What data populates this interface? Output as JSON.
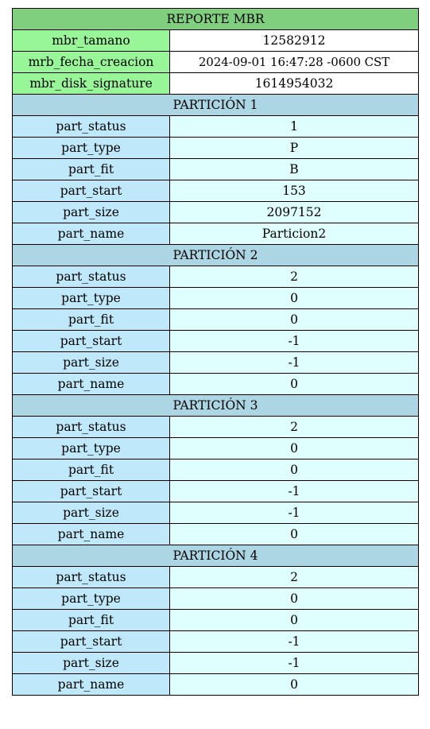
{
  "title": "REPORTE MBR",
  "colors": {
    "title_bg": "#7fcf7f",
    "mbr_key_bg": "#98f598",
    "mbr_val_bg": "#ffffff",
    "section_bg": "#acd6e4",
    "part_key_bg": "#bfe9fb",
    "part_val_bg": "#dffefe",
    "border": "#000000"
  },
  "mbr": [
    {
      "key": "mbr_tamano",
      "value": "12582912"
    },
    {
      "key": "mrb_fecha_creacion",
      "value": "2024-09-01 16:47:28 -0600 CST"
    },
    {
      "key": "mbr_disk_signature",
      "value": "1614954032"
    }
  ],
  "partitions": [
    {
      "header": "PARTICIÓN 1",
      "fields": [
        {
          "key": "part_status",
          "value": "1"
        },
        {
          "key": "part_type",
          "value": "P"
        },
        {
          "key": "part_fit",
          "value": "B"
        },
        {
          "key": "part_start",
          "value": "153"
        },
        {
          "key": "part_size",
          "value": "2097152"
        },
        {
          "key": "part_name",
          "value": "Particion2"
        }
      ]
    },
    {
      "header": "PARTICIÓN 2",
      "fields": [
        {
          "key": "part_status",
          "value": "2"
        },
        {
          "key": "part_type",
          "value": "0"
        },
        {
          "key": "part_fit",
          "value": "0"
        },
        {
          "key": "part_start",
          "value": "-1"
        },
        {
          "key": "part_size",
          "value": "-1"
        },
        {
          "key": "part_name",
          "value": "0"
        }
      ]
    },
    {
      "header": "PARTICIÓN 3",
      "fields": [
        {
          "key": "part_status",
          "value": "2"
        },
        {
          "key": "part_type",
          "value": "0"
        },
        {
          "key": "part_fit",
          "value": "0"
        },
        {
          "key": "part_start",
          "value": "-1"
        },
        {
          "key": "part_size",
          "value": "-1"
        },
        {
          "key": "part_name",
          "value": "0"
        }
      ]
    },
    {
      "header": "PARTICIÓN 4",
      "fields": [
        {
          "key": "part_status",
          "value": "2"
        },
        {
          "key": "part_type",
          "value": "0"
        },
        {
          "key": "part_fit",
          "value": "0"
        },
        {
          "key": "part_start",
          "value": "-1"
        },
        {
          "key": "part_size",
          "value": "-1"
        },
        {
          "key": "part_name",
          "value": "0"
        }
      ]
    }
  ]
}
